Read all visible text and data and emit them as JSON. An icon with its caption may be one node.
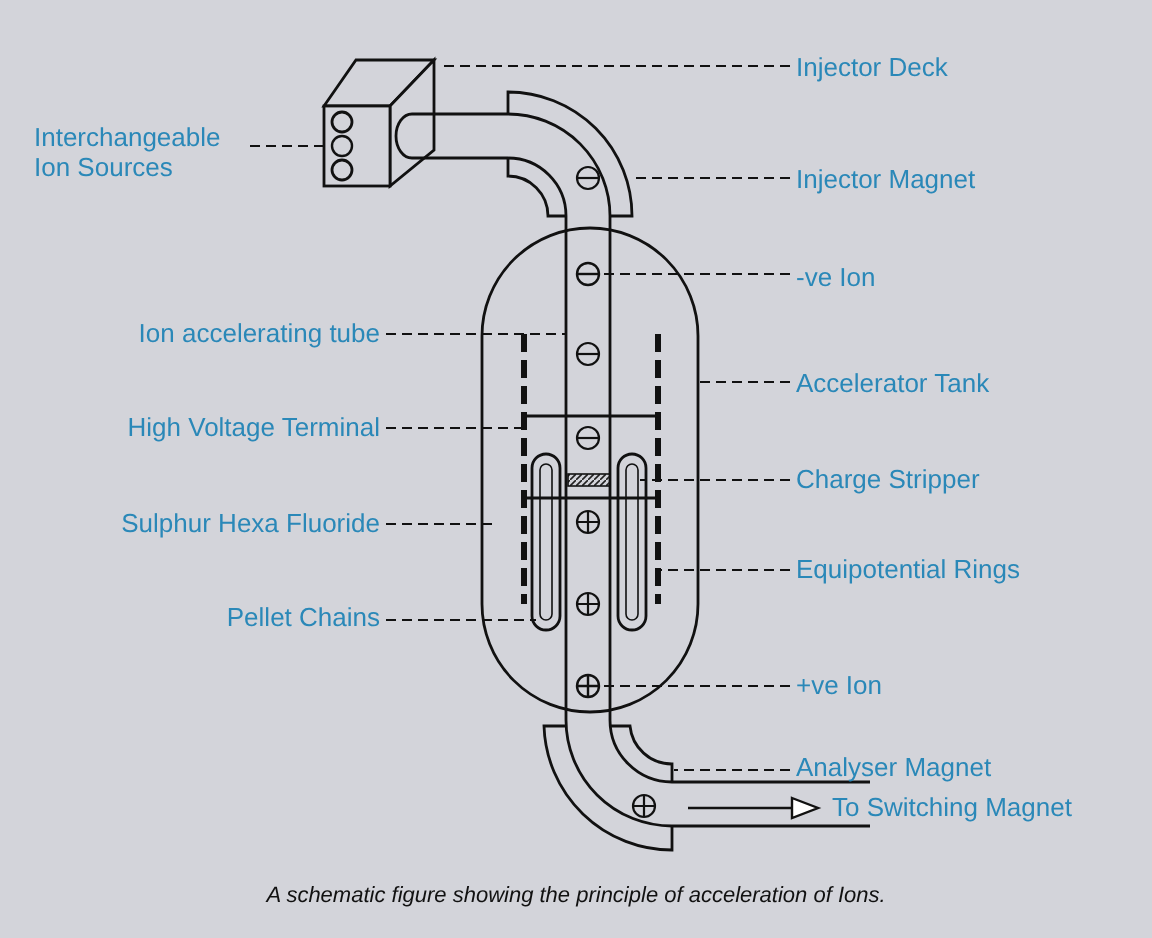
{
  "diagram": {
    "caption": "A schematic figure showing the principle of acceleration of Ions.",
    "nodes": [
      {
        "text": [
          "Injector Deck"
        ]
      },
      {
        "text": [
          "Interchangeable Ion Sources"
        ]
      },
      {
        "text": [
          "Injector Magnet"
        ]
      },
      {
        "text": [
          "-ve Ion"
        ]
      },
      {
        "text": [
          "Ion accelerating tube"
        ]
      },
      {
        "text": [
          "Accelerator Tank"
        ]
      },
      {
        "text": [
          "High Voltage Terminal"
        ]
      },
      {
        "text": [
          "Charge Stripper"
        ]
      },
      {
        "text": [
          "Sulphur Hexa Fluoride"
        ]
      },
      {
        "text": [
          "Equipotential Rings"
        ]
      },
      {
        "text": [
          "Pellet Chains"
        ]
      },
      {
        "text": [
          "+ve Ion"
        ]
      },
      {
        "text": [
          "Analyser Magnet"
        ]
      },
      {
        "text": [],
        "shape": "circle"
      },
      {
        "text": [],
        "shape": "circle"
      },
      {
        "text": [],
        "shape": "circle"
      }
    ],
    "edges": [
      {
        "from": 0,
        "to": null,
        "arrow": "none"
      },
      {
        "from": 1,
        "to": 13,
        "arrow": "none"
      },
      {
        "from": 2,
        "to": null,
        "arrow": "none"
      },
      {
        "from": 3,
        "to": 14,
        "arrow": "none"
      },
      {
        "from": 4,
        "to": null,
        "arrow": "none"
      },
      {
        "from": 5,
        "to": null,
        "arrow": "none"
      },
      {
        "from": 6,
        "to": null,
        "arrow": "none"
      },
      {
        "from": 7,
        "to": null,
        "arrow": "none"
      },
      {
        "from": 8,
        "to": null,
        "arrow": "none"
      },
      {
        "from": 9,
        "to": null,
        "arrow": "none"
      },
      {
        "from": 10,
        "to": null,
        "arrow": "none"
      },
      {
        "from": 11,
        "to": 15,
        "arrow": "none"
      },
      {
        "from": 12,
        "to": null,
        "arrow": "none"
      }
    ],
    "labels": [
      "To Switching Magnet"
    ]
  }
}
